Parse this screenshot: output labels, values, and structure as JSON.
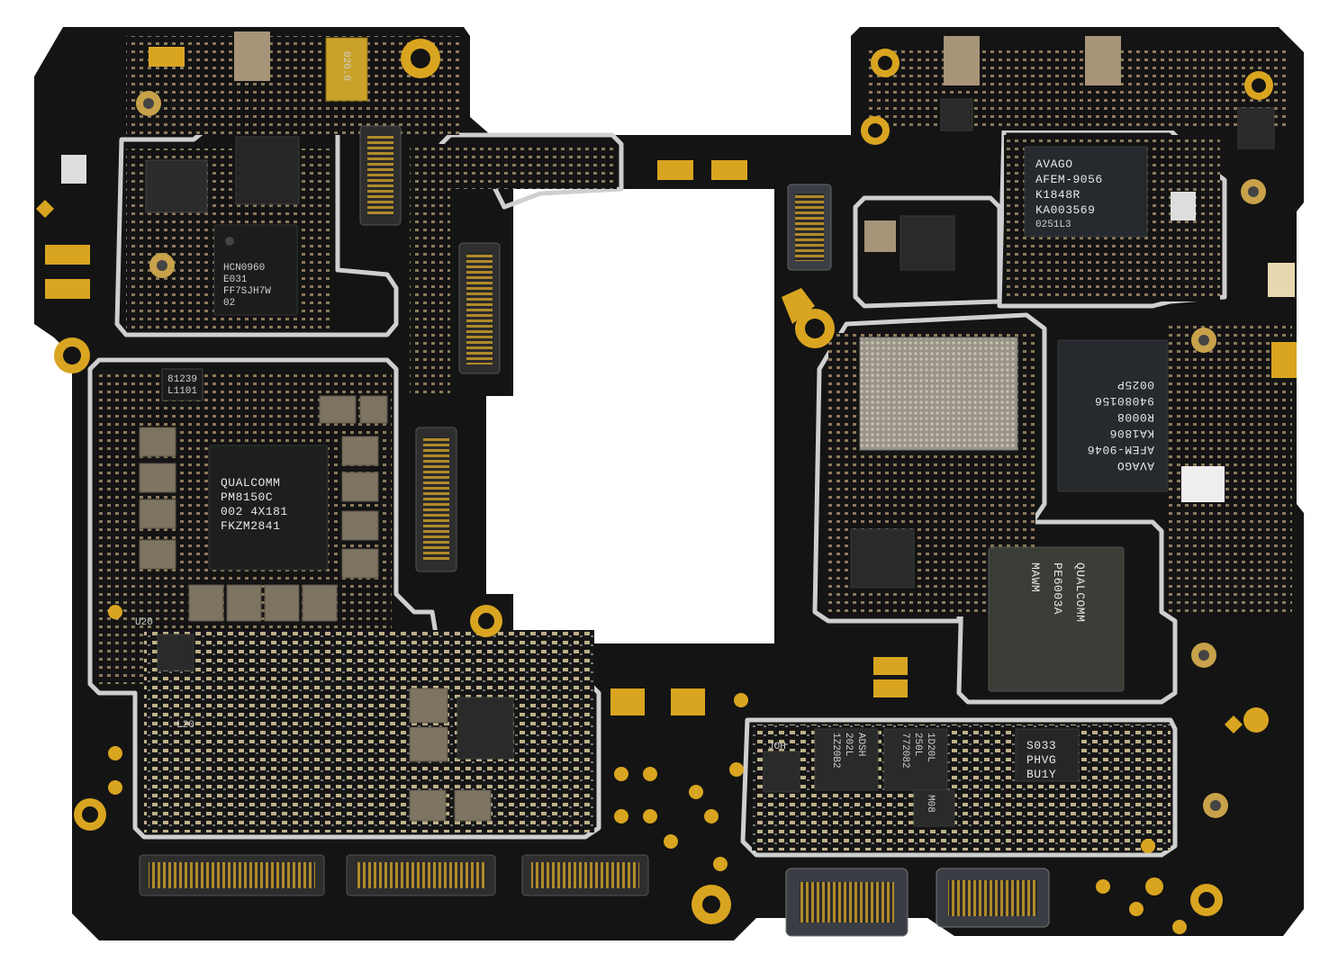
{
  "colors": {
    "board": "#141414",
    "shield_line": "#cfcfcf",
    "gold": "#d9a520",
    "pad": "#c9b58a",
    "chip": "#1f1f1f",
    "chip_light": "#2b2b2b",
    "connector": "#3a3a3a"
  },
  "chips": {
    "qualcomm_pmic": {
      "line1": "QUALCOMM",
      "line2": "PM8150C",
      "line3": "002 4X181",
      "line4": "FKZM2841"
    },
    "avago_top": {
      "line1": "AVAGO",
      "line2": "AFEM-9056",
      "line3": "K1848R",
      "line4": "KA003569",
      "line5": "0251L3"
    },
    "avago_rotated": {
      "line1": "AVAGO",
      "line2": "AFEM-9046",
      "line3": "KA1806",
      "line4": "R0008",
      "line5": "94080156",
      "line6": "0025P"
    },
    "qualcomm_rotated": {
      "line1": "QUALCOMM",
      "line2": "PE6003A",
      "line3": "MAWM"
    },
    "hcn_chip": {
      "line1": "HCN0960",
      "line2": "E031",
      "line3": "FF7SJH7W",
      "line4": "02"
    },
    "s033_chip": {
      "line1": "S033",
      "line2": "PHVG",
      "line3": "BU1Y"
    },
    "small_label_a": {
      "line1": "81239",
      "line2": "L1101"
    },
    "oscillator": {
      "line1": "020.0"
    },
    "small_label_b": {
      "line1": "U20"
    },
    "small_label_c": {
      "line1": "L20"
    },
    "small_label_d": {
      "line1": "JOH"
    },
    "small_label_e": {
      "line1": "M08"
    },
    "dual_chip_1": {
      "line1": "ADSH",
      "line2": "202L",
      "line3": "1Z20B2"
    },
    "dual_chip_2": {
      "line1": "1D20L",
      "line2": "250L",
      "line3": "772082"
    }
  }
}
